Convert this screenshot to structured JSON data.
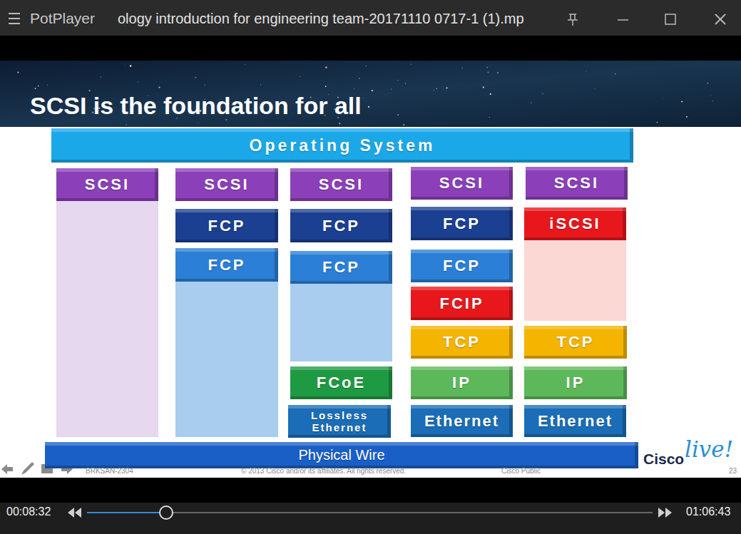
{
  "diagram": {
    "title": "SCSI is the foundation for all",
    "nodes": [
      {
        "text": [
          "Operating System"
        ]
      },
      {
        "text": [
          "SCSI"
        ]
      },
      {
        "text": [
          "SCSI"
        ]
      },
      {
        "text": [
          "FCP"
        ]
      },
      {
        "text": [
          "FCP"
        ]
      },
      {
        "text": [
          "SCSI"
        ]
      },
      {
        "text": [
          "FCP"
        ]
      },
      {
        "text": [
          "FCP"
        ]
      },
      {
        "text": [
          "FCoE"
        ]
      },
      {
        "text": [
          "Lossless Ethernet"
        ]
      },
      {
        "text": [
          "SCSI"
        ]
      },
      {
        "text": [
          "FCP"
        ]
      },
      {
        "text": [
          "FCP"
        ]
      },
      {
        "text": [
          "FCIP"
        ]
      },
      {
        "text": [
          "TCP"
        ]
      },
      {
        "text": [
          "IP"
        ]
      },
      {
        "text": [
          "Ethernet"
        ]
      },
      {
        "text": [
          "SCSI"
        ]
      },
      {
        "text": [
          "iSCSI"
        ]
      },
      {
        "text": [
          "TCP"
        ]
      },
      {
        "text": [
          "IP"
        ]
      },
      {
        "text": [
          "Ethernet"
        ]
      },
      {
        "text": [
          "Physical Wire"
        ]
      }
    ],
    "labels": [
      "PotPlayer",
      "ology introduction for engineering team-20171110 0717-1 (1).mp",
      "BRKSAN-2304",
      "© 2013 Cisco and/or its affiliates. All rights reserved.",
      "Cisco Public",
      "Cisco",
      "live!",
      "23",
      "00:08:32",
      "01:06:43"
    ]
  }
}
